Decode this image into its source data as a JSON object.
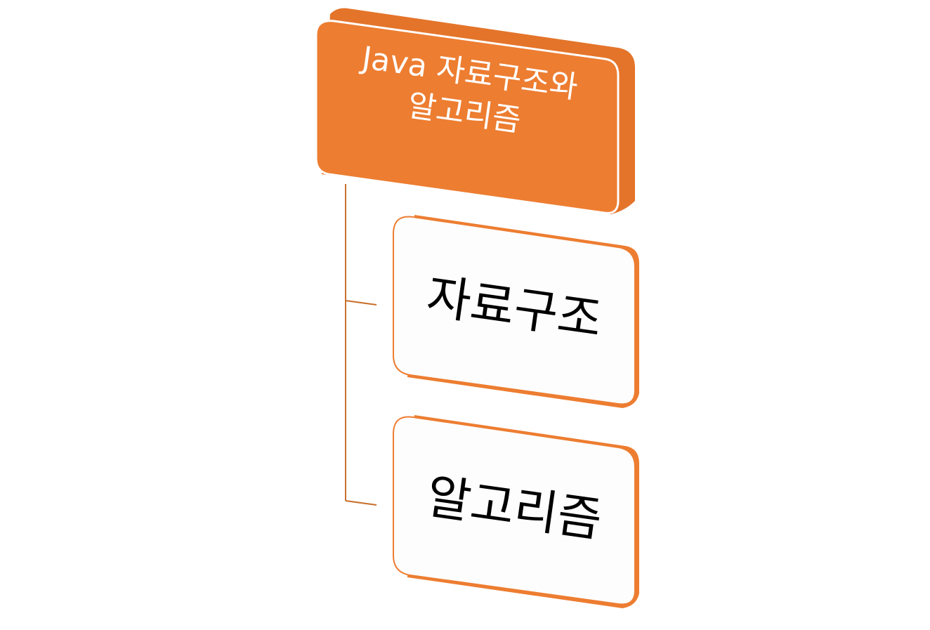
{
  "diagram": {
    "root": {
      "line1": "Java 자료구조와",
      "line2": "알고리즘"
    },
    "children": [
      {
        "label": "자료구조"
      },
      {
        "label": "알고리즘"
      }
    ]
  },
  "colors": {
    "accent": "#ED7D31",
    "accent_dark": "#C9631D",
    "child_fill": "#FDFDFD",
    "connector": "#C8702E",
    "root_text": "#FFFFFF",
    "child_text": "#000000"
  }
}
